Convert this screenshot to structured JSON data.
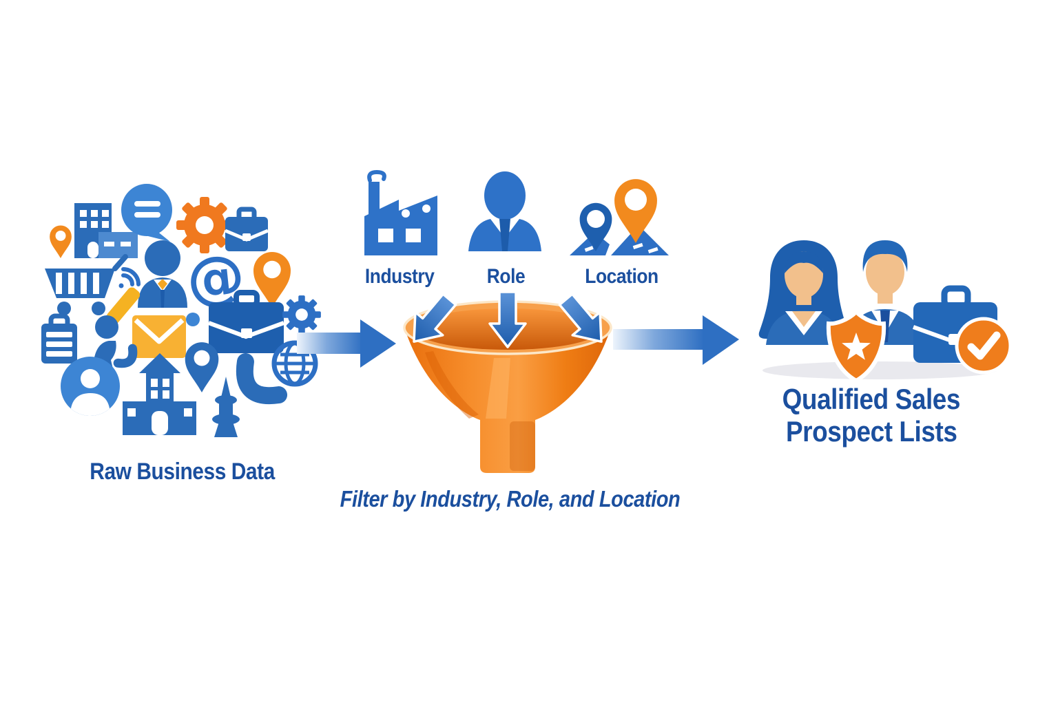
{
  "background": "#ffffff",
  "palette": {
    "blue": "#2B6CB8",
    "blue_medium": "#2D6FC4",
    "blue_light": "#4D8AD0",
    "blue_dark": "#1E5FAE",
    "text_blue": "#1B4F9E",
    "orange": "#F0791F",
    "orange_bright": "#F28A1E",
    "yellow_envelope": "#F8B133",
    "skin": "#F2C08C",
    "shadow_gray": "#E9E9EE",
    "white": "#FFFFFF"
  },
  "stage_raw": {
    "label": "Raw Business Data",
    "icons": [
      "location-pin",
      "office-building",
      "storefront",
      "speech-bubble",
      "gear",
      "briefcase",
      "at-sign",
      "shopping-cart",
      "wireless-signal",
      "businessman",
      "pencil",
      "email-envelope",
      "document-bag",
      "phone-caller",
      "user-avatar",
      "map-pin",
      "school-building",
      "landmark-tower",
      "phone-handset",
      "globe"
    ]
  },
  "filter_stage": {
    "inputs": [
      {
        "label": "Industry",
        "icon": "factory-icon"
      },
      {
        "label": "Role",
        "icon": "business-person-icon"
      },
      {
        "label": "Location",
        "icon": "map-pins-icon"
      }
    ],
    "funnel_icon": "funnel-icon",
    "caption": "Filter by Industry, Role, and Location"
  },
  "stage_result": {
    "label": "Qualified Sales Prospect Lists",
    "label_lines": [
      "Qualified Sales",
      "Prospect Lists"
    ],
    "icons": [
      "businesswoman",
      "businessman",
      "star-shield",
      "briefcase",
      "check-badge"
    ]
  },
  "flow": {
    "arrows": [
      "flow-arrow-left",
      "flow-arrow-right"
    ]
  }
}
